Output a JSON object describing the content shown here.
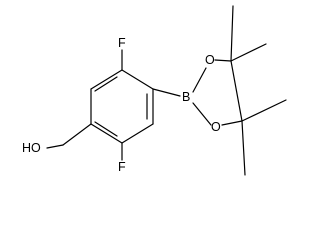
{
  "molecule": {
    "atoms": {
      "F_top": "F",
      "F_bottom": "F",
      "B": "B",
      "O_upper": "O",
      "O_lower": "O",
      "HO": "HO"
    },
    "colors": {
      "bond": "#000000",
      "label": "#000000",
      "background": "#ffffff"
    }
  }
}
